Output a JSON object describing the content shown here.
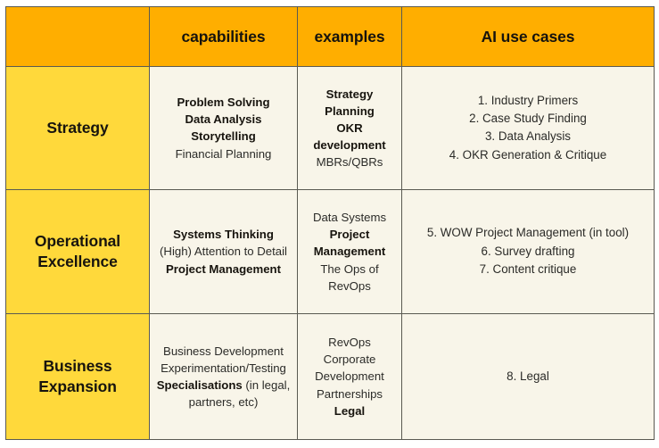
{
  "colors": {
    "header_bg": "#FFAE00",
    "rowlabel_bg": "#FFD93B",
    "cell_bg": "#F8F5E9",
    "border": "#5A5A52",
    "text": "#2B2B28",
    "page_bg": "#FFFFFF"
  },
  "table": {
    "headers": {
      "corner": "",
      "capabilities": "capabilities",
      "examples": "examples",
      "ai_use_cases": "AI use cases"
    },
    "rows": [
      {
        "label": "Strategy",
        "label_lines": [
          "Strategy"
        ],
        "capabilities": [
          {
            "text": "Problem Solving",
            "bold": true
          },
          {
            "text": "Data Analysis",
            "bold": true
          },
          {
            "text": "Storytelling",
            "bold": true
          },
          {
            "text": "Financial Planning",
            "bold": false
          }
        ],
        "examples": [
          {
            "text": "Strategy Planning",
            "bold": true
          },
          {
            "text": "OKR development",
            "bold": true
          },
          {
            "text": "MBRs/QBRs",
            "bold": false
          }
        ],
        "ai_use_cases": [
          {
            "text": "1. Industry Primers",
            "bold": false
          },
          {
            "text": "2. Case Study Finding",
            "bold": false
          },
          {
            "text": "3. Data Analysis",
            "bold": false
          },
          {
            "text": "4. OKR Generation & Critique",
            "bold": false
          }
        ]
      },
      {
        "label": "Operational Excellence",
        "label_lines": [
          "Operational",
          "Excellence"
        ],
        "capabilities": [
          {
            "text": "Systems Thinking",
            "bold": true
          },
          {
            "text": "(High) Attention to Detail",
            "bold": false
          },
          {
            "text": "Project Management",
            "bold": true
          }
        ],
        "examples": [
          {
            "text": "Data Systems",
            "bold": false
          },
          {
            "text": "Project",
            "bold": true
          },
          {
            "text": "Management",
            "bold": true
          },
          {
            "text": "The Ops of RevOps",
            "bold": false
          }
        ],
        "ai_use_cases": [
          {
            "text": "5. WOW Project Management (in tool)",
            "bold": false
          },
          {
            "text": "6. Survey drafting",
            "bold": false
          },
          {
            "text": "7. Content critique",
            "bold": false
          }
        ]
      },
      {
        "label": "Business Expansion",
        "label_lines": [
          "Business",
          "Expansion"
        ],
        "capabilities": [
          {
            "text": "Business Development",
            "bold": false
          },
          {
            "text": "Experimentation/Testing",
            "bold": false
          },
          {
            "text": "Specialisations",
            "bold": true,
            "suffix": " (in legal,"
          },
          {
            "text": "partners, etc)",
            "bold": false
          }
        ],
        "examples": [
          {
            "text": "RevOps",
            "bold": false
          },
          {
            "text": "Corporate",
            "bold": false
          },
          {
            "text": "Development",
            "bold": false
          },
          {
            "text": "Partnerships",
            "bold": false
          },
          {
            "text": "Legal",
            "bold": true
          }
        ],
        "ai_use_cases": [
          {
            "text": "8. Legal",
            "bold": false
          }
        ]
      }
    ]
  }
}
